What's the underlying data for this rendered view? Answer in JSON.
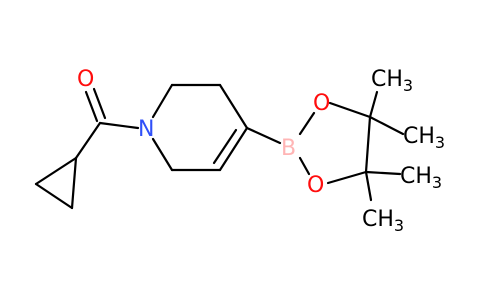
{
  "colors": {
    "bond": "#000000",
    "oxygen": "#ff0d0d",
    "nitrogen": "#3050f8",
    "boron": "#ffb5b5",
    "carbon_label": "#000000",
    "background": "#ffffff"
  },
  "atoms": {
    "carbonyl_oxygen": "O",
    "ring_nitrogen": "N",
    "boron": "B",
    "ester_oxygen_top": "O",
    "ester_oxygen_bottom": "O",
    "methyl_1": "CH3",
    "methyl_2": "CH3",
    "methyl_3": "CH3",
    "methyl_4": "CH3"
  }
}
